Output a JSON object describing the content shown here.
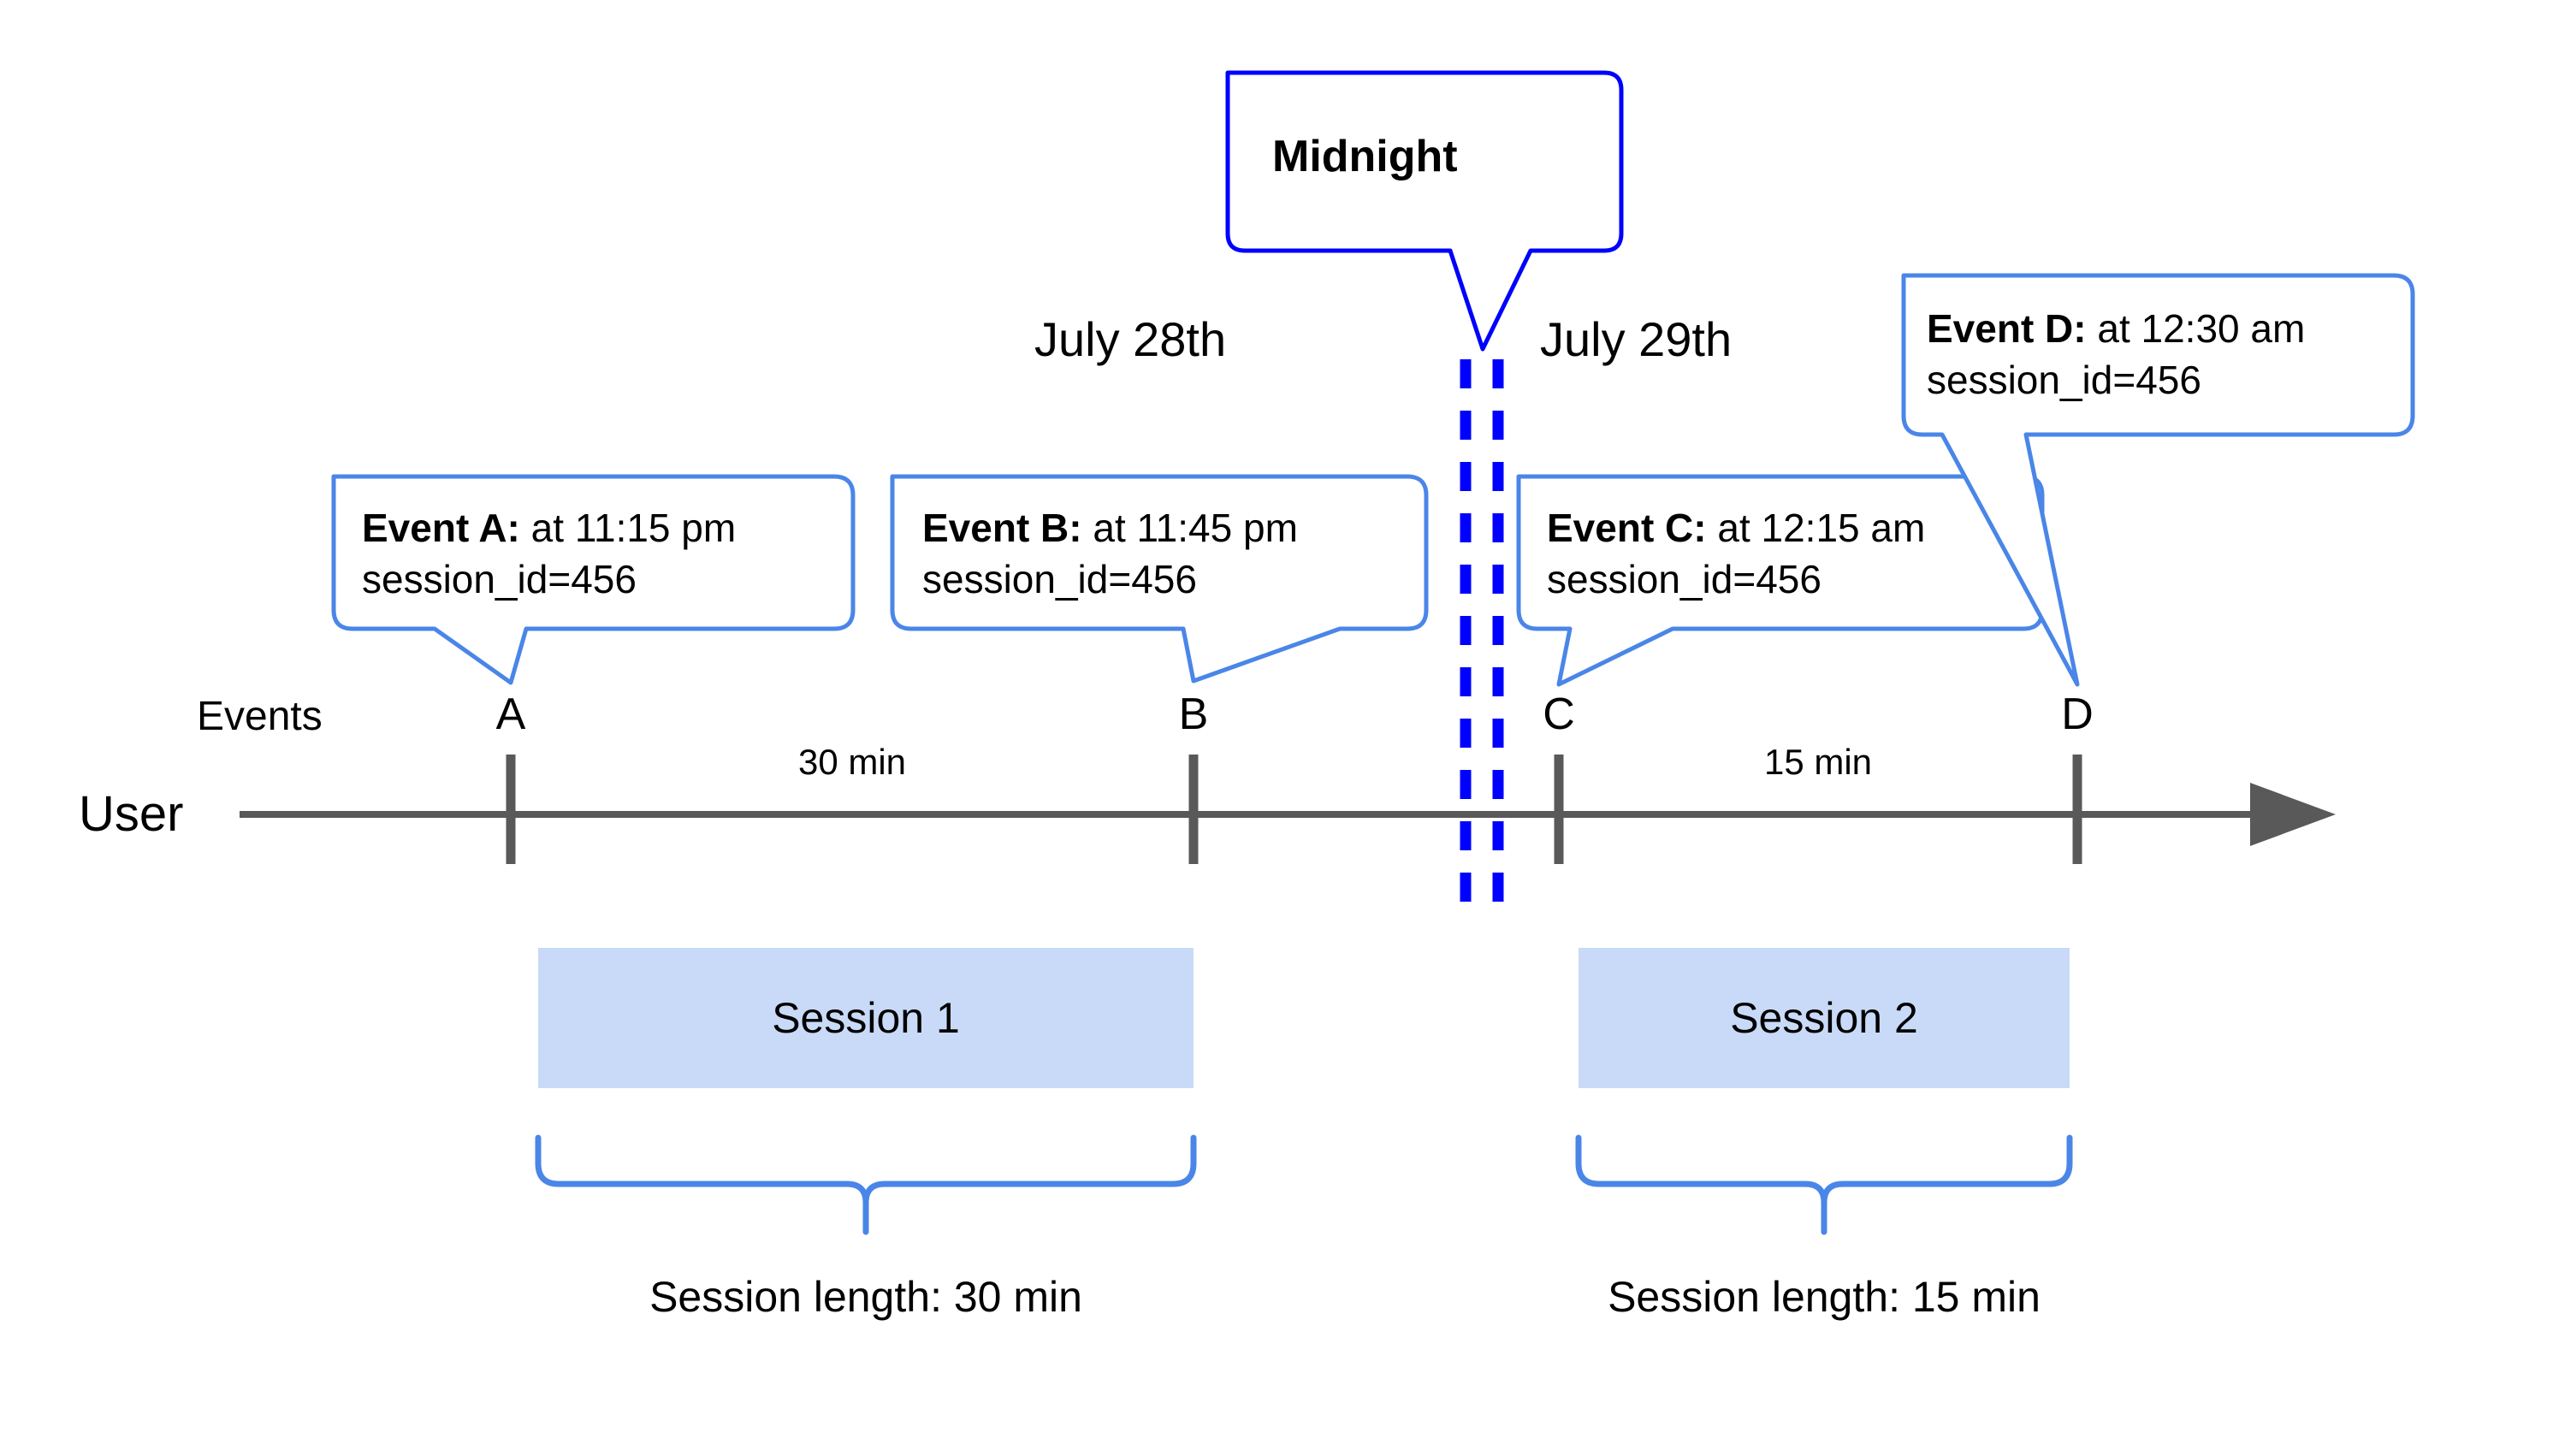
{
  "diagram": {
    "title_callout": {
      "label": "Midnight",
      "border_color": "#0000ff"
    },
    "lane_label": "User",
    "events_row_label": "Events",
    "accent_color": "#4a86e8",
    "axis_color": "#595959",
    "session_fill": "#c9daf8",
    "midnight_line_color": "#0000ff",
    "dates": [
      {
        "label": "July 28th"
      },
      {
        "label": "July 29th"
      }
    ],
    "ticks": [
      {
        "label": "A"
      },
      {
        "label": "B"
      },
      {
        "label": "C"
      },
      {
        "label": "D"
      }
    ],
    "gaps": [
      {
        "label": "30 min"
      },
      {
        "label": "15 min"
      }
    ],
    "callouts": [
      {
        "id": "event-a",
        "title": "Event A:",
        "time": " at 11:15 pm",
        "detail": "session_id=456"
      },
      {
        "id": "event-b",
        "title": "Event B:",
        "time": " at 11:45 pm",
        "detail": "session_id=456"
      },
      {
        "id": "event-c",
        "title": "Event C:",
        "time": " at 12:15 am",
        "detail": "session_id=456"
      },
      {
        "id": "event-d",
        "title": "Event D:",
        "time": " at 12:30 am",
        "detail": "session_id=456"
      }
    ],
    "sessions": [
      {
        "box_label": "Session 1",
        "length_label": "Session length: 30 min"
      },
      {
        "box_label": "Session 2",
        "length_label": "Session length: 15 min"
      }
    ]
  }
}
